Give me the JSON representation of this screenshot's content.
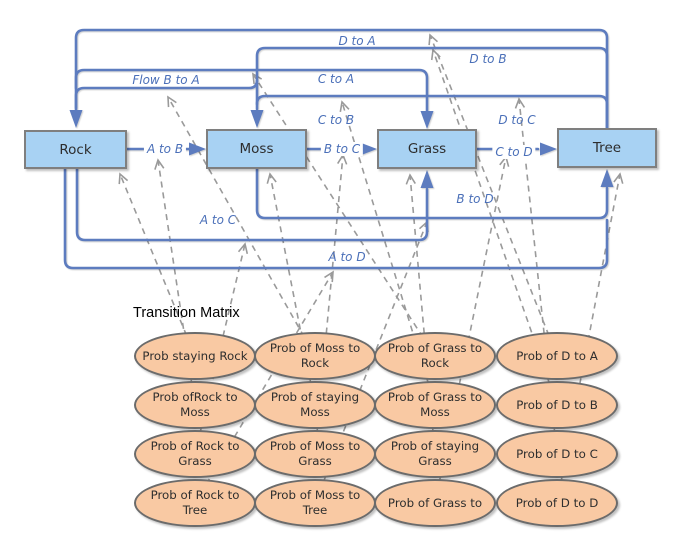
{
  "diagram": {
    "states": {
      "rock": "Rock",
      "moss": "Moss",
      "grass": "Grass",
      "tree": "Tree"
    },
    "edges": {
      "a_to_b": "A to B",
      "b_to_c": "B to C",
      "c_to_d": "C to D",
      "flow_b_to_a": "Flow B to A",
      "c_to_a": "C to A",
      "c_to_b": "C to B",
      "d_to_a": "D to A",
      "d_to_b": "D to B",
      "d_to_c": "D to C",
      "a_to_c": "A to C",
      "b_to_d": "B to D",
      "a_to_d": "A to D"
    }
  },
  "matrix": {
    "title": "Transition Matrix",
    "cells": [
      {
        "line1": "Prob staying Rock",
        "line2": ""
      },
      {
        "line1": "Prob of Moss to",
        "line2": "Rock"
      },
      {
        "line1": "Prob of Grass to",
        "line2": "Rock"
      },
      {
        "line1": "Prob of D to A",
        "line2": ""
      },
      {
        "line1": "Prob ofRock to",
        "line2": "Moss"
      },
      {
        "line1": "Prob of staying",
        "line2": "Moss"
      },
      {
        "line1": "Prob of Grass to",
        "line2": "Moss"
      },
      {
        "line1": "Prob of D to B",
        "line2": ""
      },
      {
        "line1": "Prob of Rock to",
        "line2": "Grass"
      },
      {
        "line1": "Prob of Moss to",
        "line2": "Grass"
      },
      {
        "line1": "Prob of staying",
        "line2": "Grass"
      },
      {
        "line1": "Prob of D to C",
        "line2": ""
      },
      {
        "line1": "Prob of Rock to",
        "line2": "Tree"
      },
      {
        "line1": "Prob of Moss to",
        "line2": "Tree"
      },
      {
        "line1": "Prob of Grass to",
        "line2": ""
      },
      {
        "line1": "Prob of D to D",
        "line2": ""
      }
    ]
  },
  "colors": {
    "edge_blue": "#5d7cbf",
    "edge_label_blue": "#4a6fb8",
    "state_fill": "#a8d2f3",
    "ellipse_fill": "#f9c9a3",
    "dashed_gray": "#9a9a9a"
  }
}
